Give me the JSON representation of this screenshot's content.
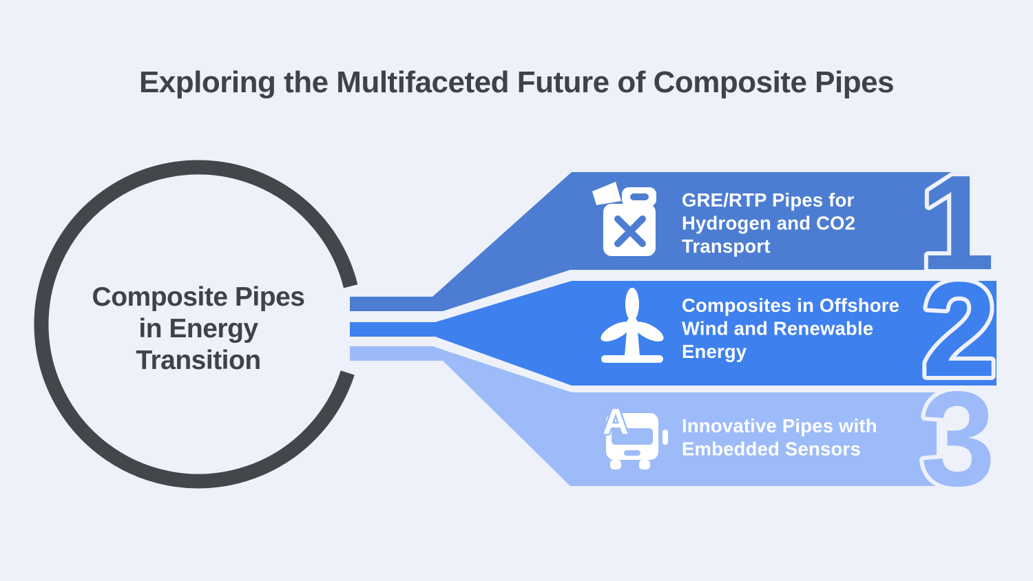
{
  "title": "Exploring the Multifaceted Future of Composite Pipes",
  "center_circle": {
    "lines": [
      "Composite Pipes",
      "in Energy",
      "Transition"
    ]
  },
  "colors": {
    "background": "#eef1fa",
    "heading": "#3e4347",
    "ring": "#43474b",
    "banner_text": "#ffffff",
    "icon": "#ffffff",
    "banner_1": "#4c7dd2",
    "banner_2": "#3d80ee",
    "banner_3": "#9cbbf8"
  },
  "items": [
    {
      "number": "1",
      "icon": "jerry-can-fuel-icon",
      "lines": [
        "GRE/RTP Pipes for",
        "Hydrogen and CO2",
        "Transport"
      ]
    },
    {
      "number": "2",
      "icon": "wind-turbine-icon",
      "lines": [
        "Composites in Offshore",
        "Wind and Renewable",
        "Energy"
      ]
    },
    {
      "number": "3",
      "icon": "autonomous-bus-icon",
      "icon_letter": "A",
      "lines": [
        "Innovative Pipes with",
        "Embedded Sensors"
      ]
    }
  ]
}
